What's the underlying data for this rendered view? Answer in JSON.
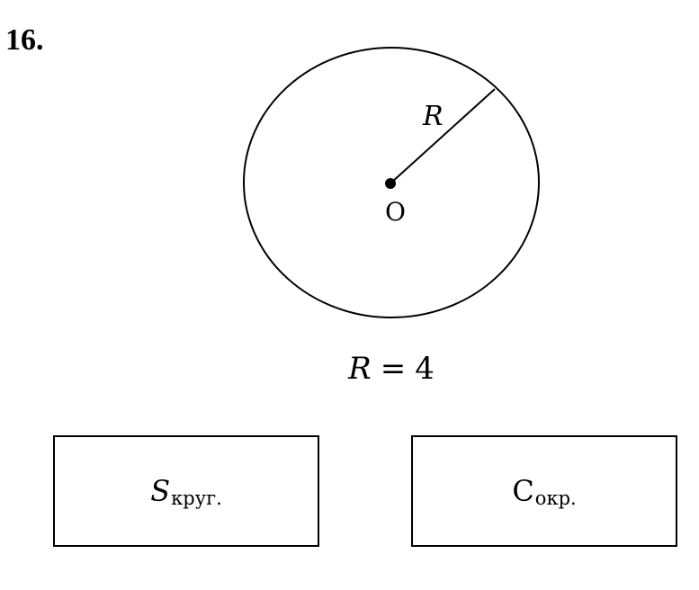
{
  "problem": {
    "number": "16."
  },
  "figure": {
    "radius_label": "R",
    "center_label": "O"
  },
  "given": {
    "variable": "R",
    "equals": "=",
    "value": "4"
  },
  "answers": [
    {
      "symbol": "S",
      "subscript": "круг."
    },
    {
      "symbol": "C",
      "subscript": "окр."
    }
  ]
}
